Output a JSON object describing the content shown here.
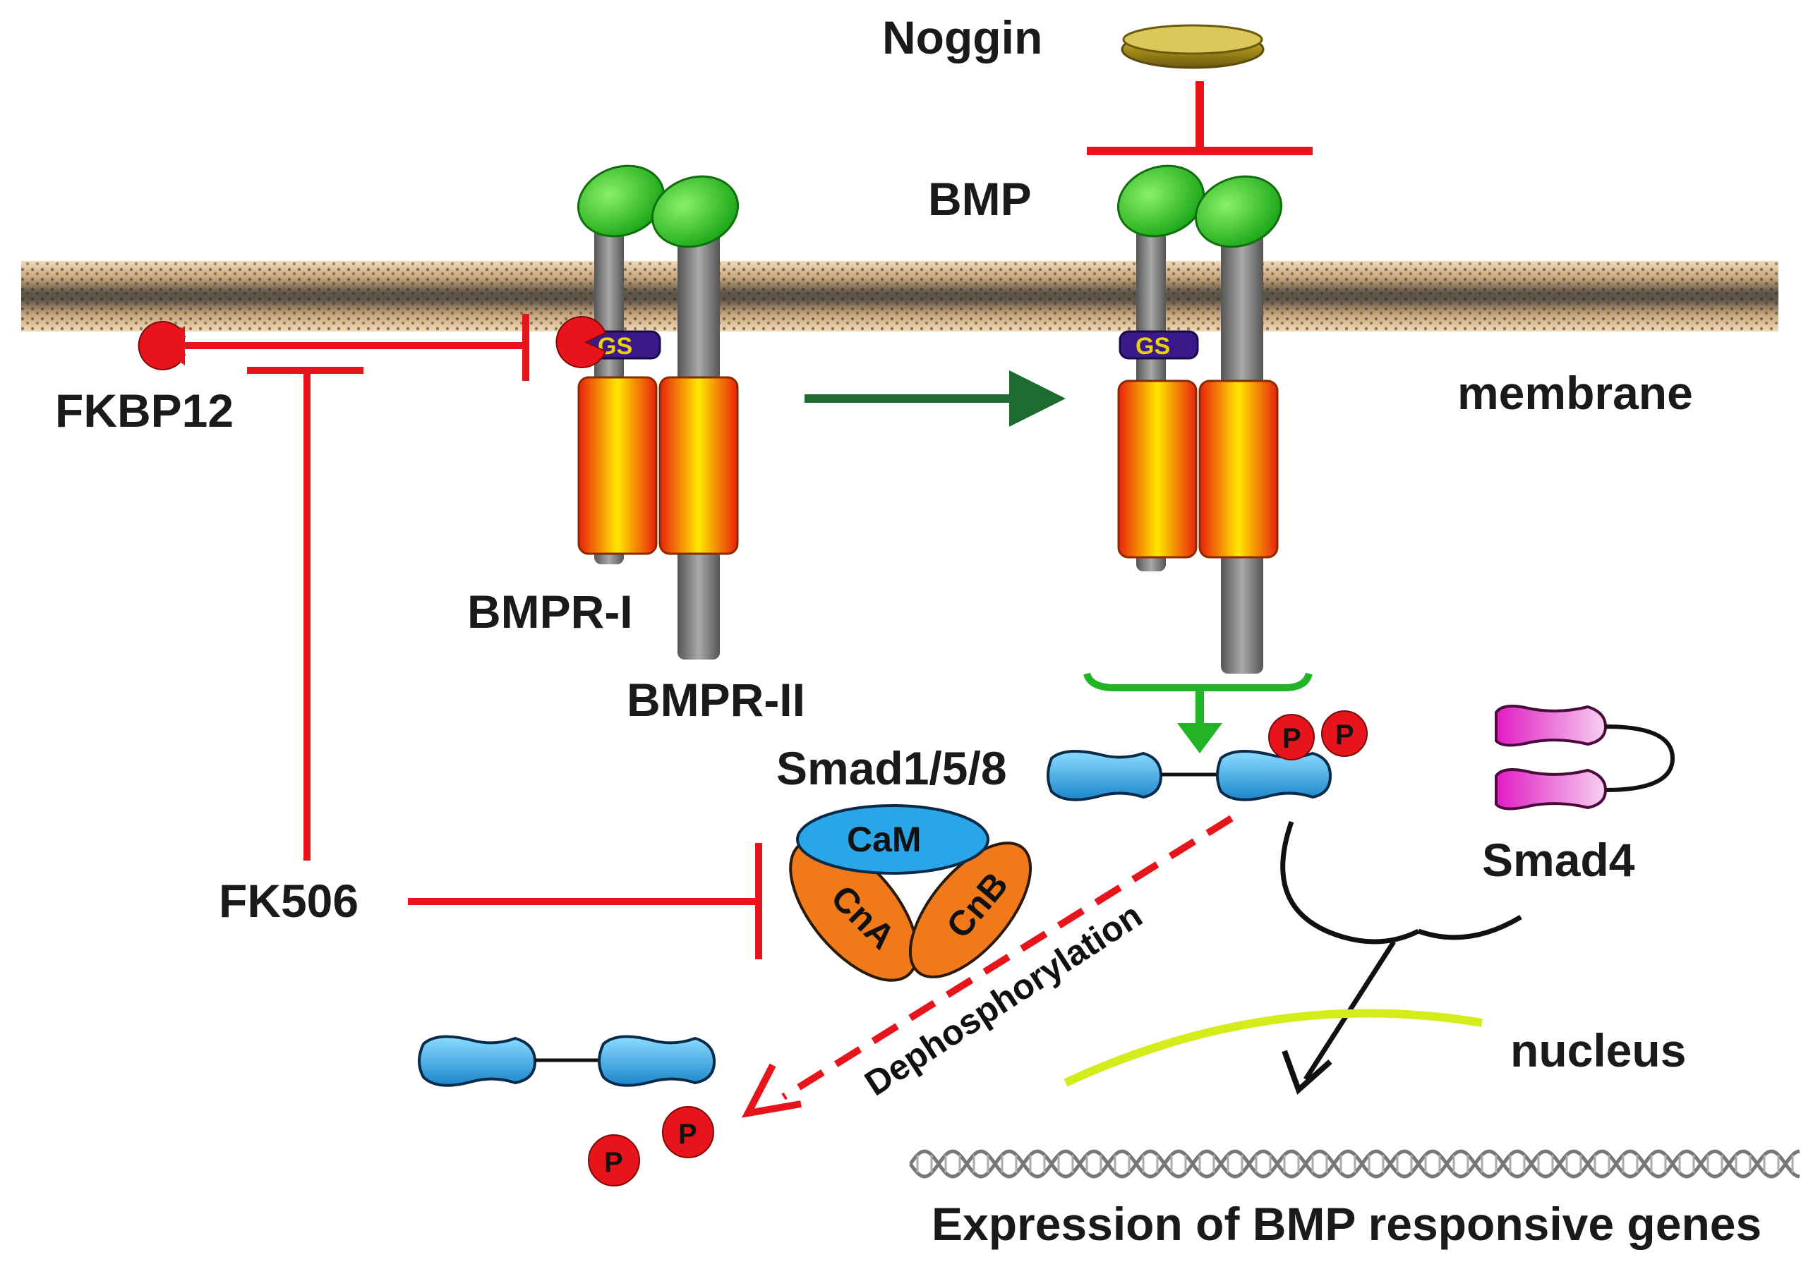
{
  "labels": {
    "noggin": "Noggin",
    "bmp": "BMP",
    "fkbp12": "FKBP12",
    "membrane": "membrane",
    "bmpr1": "BMPR-I",
    "bmpr2": "BMPR-II",
    "smad158": "Smad1/5/8",
    "smad4": "Smad4",
    "fk506": "FK506",
    "cam": "CaM",
    "cna": "CnA",
    "cnb": "CnB",
    "dephosphorylation": "Dephosphorylation",
    "nucleus": "nucleus",
    "expression": "Expression of BMP responsive genes",
    "phosphate": "P",
    "gs": "GS"
  },
  "colors": {
    "inhibition": "#e8141c",
    "activation": "#1d6b2e",
    "bmp_ligand": "#22c81e",
    "smad": "#2aa6e8",
    "smad4": "#e83ccf",
    "calcineurin": "#f07a1a",
    "cam": "#2aa6e8",
    "nucleus_line": "#d4ec1a"
  }
}
